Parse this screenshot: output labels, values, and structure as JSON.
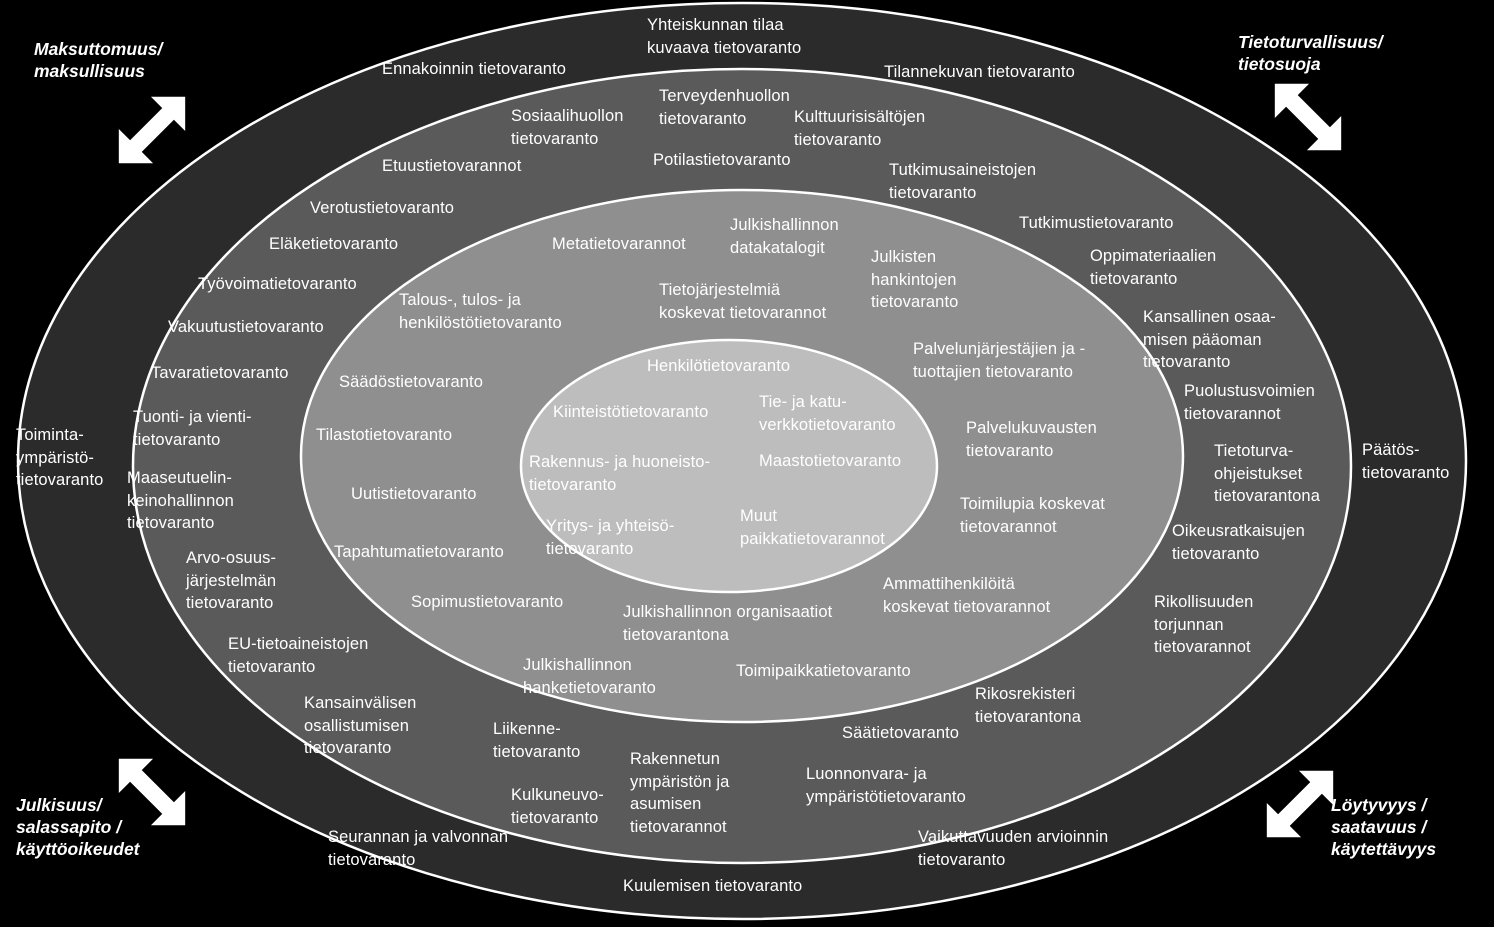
{
  "corners": {
    "top_left": "Maksuttomuus/\nmaksullisuus",
    "top_right": "Tietoturvallisuus/\ntietosuoja",
    "bottom_left": "Julkisuus/\nsalassapito /\nkäyttöoikeudet",
    "bottom_right": "Löytyvyys /\nsaatavuus /\nkäytettävyys"
  },
  "outer_ring": [
    "Yhteiskunnan tilaa\nkuvaava tietovaranto",
    "Toiminta-\nympäristö-\ntietovaranto",
    "Päätös-\ntietovaranto",
    "Kuulemisen tietovaranto"
  ],
  "ring3": [
    "Ennakoinnin tietovaranto",
    "Tilannekuvan tietovaranto",
    "Sosiaalihuollon\ntietovaranto",
    "Terveydenhuollon\ntietovaranto",
    "Kulttuurisisältöjen\ntietovaranto",
    "Etuustietovarannot",
    "Potilastietovaranto",
    "Tutkimusaineistojen\ntietovaranto",
    "Verotustietovaranto",
    "Tutkimustietovaranto",
    "Eläketietovaranto",
    "Oppimateriaalien\ntietovaranto",
    "Työvoimatietovaranto",
    "Vakuutustietovaranto",
    "Kansallinen osaa-\nmisen pääoman\ntietovaranto",
    "Tavaratietovaranto",
    "Puolustusvoimien\ntietovarannot",
    "Tuonti- ja vienti-\ntietovaranto",
    "Tietoturva-\nohjeistukset\ntietovarantona",
    "Maaseutuelin-\nkeinohallinnon\ntietovaranto",
    "Oikeusratkaisujen\ntietovaranto",
    "Arvo-osuus-\njärjestelmän\ntietovaranto",
    "Rikollisuuden\ntorjunnan\ntietovarannot",
    "EU-tietoaineistojen\ntietovaranto",
    "Rikosrekisteri\ntietovarantona",
    "Kansainvälisen\nosallistumisen\ntietovaranto",
    "Liikenne-\ntietovaranto",
    "Säätietovaranto",
    "Rakennetun\nympäristön ja\nasumisen\ntietovarannot",
    "Luonnonvara- ja\nympäristötietovaranto",
    "Kulkuneuvo-\ntietovaranto",
    "Seurannan ja valvonnan\ntietovaranto",
    "Vaikuttavuuden arvioinnin\ntietovaranto"
  ],
  "ring2": [
    "Metatietovarannot",
    "Julkishallinnon\ndatakatalogit",
    "Julkisten\nhankintojen\ntietovaranto",
    "Talous-, tulos- ja\nhenkilöstötietovaranto",
    "Tietojärjestelmiä\nkoskevat tietovarannot",
    "Palvelunjärjestäjien ja -\ntuottajien tietovaranto",
    "Säädöstietovaranto",
    "Tilastotietovaranto",
    "Palvelukuvausten\ntietovaranto",
    "Uutistietovaranto",
    "Toimilupia koskevat\ntietovarannot",
    "Tapahtumatietovaranto",
    "Ammattihenkilöitä\nkoskevat tietovarannot",
    "Sopimustietovaranto",
    "Julkishallinnon organisaatiot\ntietovarantona",
    "Julkishallinnon\nhanketietovaranto",
    "Toimipaikkatietovaranto"
  ],
  "core": [
    "Henkilötietovaranto",
    "Kiinteistötietovaranto",
    "Tie- ja katu-\nverkkotietovaranto",
    "Rakennus- ja huoneisto-\ntietovaranto",
    "Maastotietovaranto",
    "Yritys- ja yhteisö-\ntietovaranto",
    "Muut\npaikkatietovarannot"
  ],
  "colors": {
    "background": "#000000",
    "outer_ring": "#2b2b2b",
    "ring3": "#5a5a5a",
    "ring2": "#8f8f8f",
    "core": "#bdbdbd",
    "ring_outline": "#ffffff",
    "text": "#ffffff"
  },
  "icons": {
    "arrows": "double-headed-curved-arrow-icon"
  }
}
